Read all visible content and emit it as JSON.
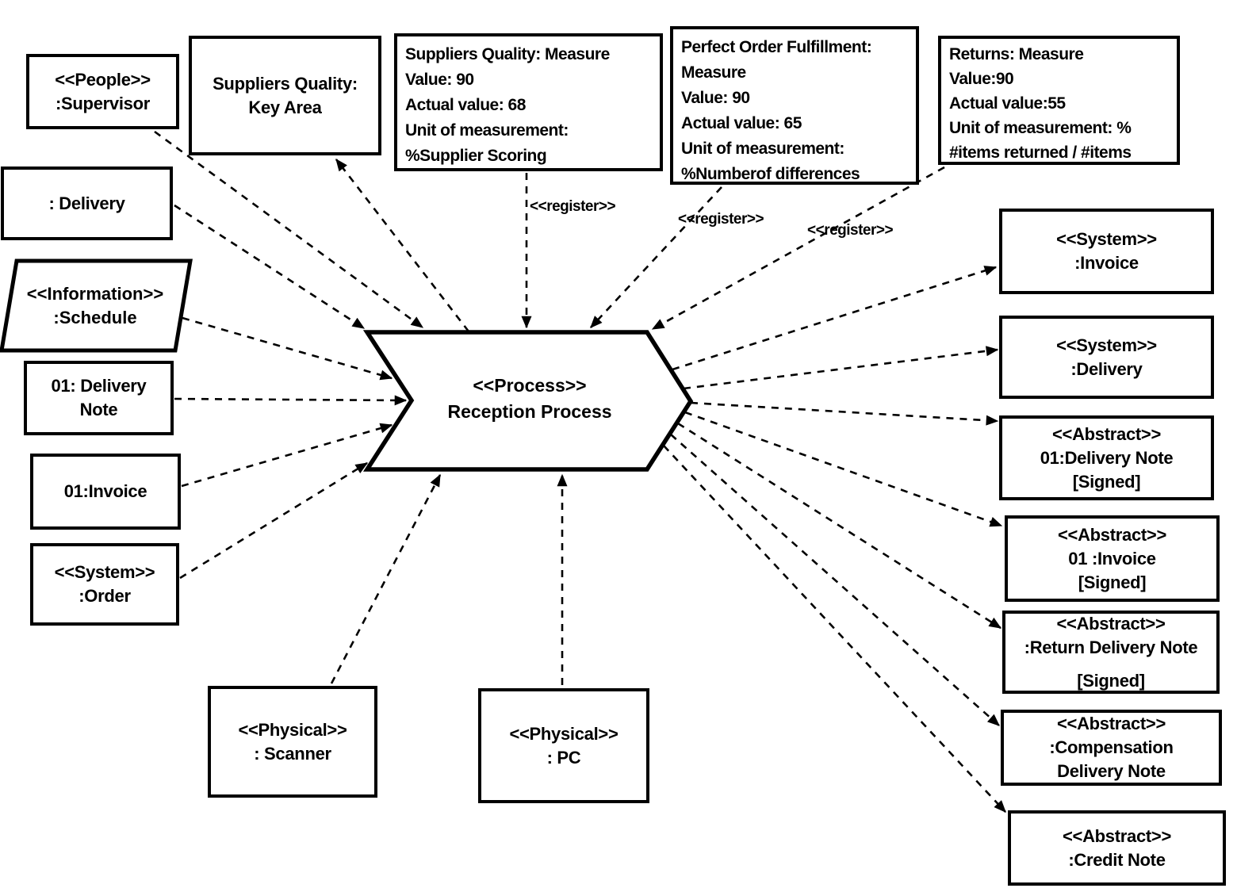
{
  "nodes": {
    "supervisor": {
      "lines": [
        "<<People>>",
        ":Supervisor"
      ]
    },
    "delivery_input": {
      "lines": [
        ": Delivery"
      ]
    },
    "schedule": {
      "lines": [
        "<<Information>>",
        ":Schedule"
      ]
    },
    "delivery_note_input": {
      "lines": [
        "01: Delivery",
        "Note"
      ]
    },
    "invoice_input": {
      "lines": [
        "01:Invoice"
      ]
    },
    "order": {
      "lines": [
        "<<System>>",
        ":Order"
      ]
    },
    "key_area": {
      "lines": [
        "Suppliers Quality:",
        "Key Area"
      ]
    },
    "suppliers_quality_measure": {
      "lines": [
        "Suppliers Quality: Measure",
        "Value: 90",
        "Actual value: 68",
        "Unit of measurement:",
        "%Supplier Scoring"
      ]
    },
    "perfect_order_measure": {
      "lines": [
        "Perfect Order Fulfillment:",
        "Measure",
        "Value: 90",
        "Actual value: 65",
        "Unit of measurement:",
        "%Numberof differences"
      ]
    },
    "returns_measure": {
      "lines": [
        "Returns: Measure",
        "Value:90",
        "Actual value:55",
        "Unit of measurement: %",
        "#items returned / #items"
      ]
    },
    "process": {
      "lines": [
        "<<Process>>",
        "Reception Process"
      ]
    },
    "system_invoice": {
      "lines": [
        "<<System>>",
        ":Invoice"
      ]
    },
    "system_delivery": {
      "lines": [
        "<<System>>",
        ":Delivery"
      ]
    },
    "abstract_delivery_note": {
      "lines": [
        "<<Abstract>>",
        "01:Delivery Note",
        "[Signed]"
      ]
    },
    "abstract_invoice": {
      "lines": [
        "<<Abstract>>",
        "01 :Invoice",
        "[Signed]"
      ]
    },
    "abstract_return_delivery_note": {
      "lines": [
        "<<Abstract>>",
        ":Return Delivery Note",
        "[Signed]"
      ]
    },
    "abstract_compensation_delivery_note": {
      "lines": [
        "<<Abstract>>",
        ":Compensation",
        "Delivery Note"
      ]
    },
    "abstract_credit_note": {
      "lines": [
        "<<Abstract>>",
        ":Credit Note"
      ]
    },
    "scanner": {
      "lines": [
        "<<Physical>>",
        ": Scanner"
      ]
    },
    "pc": {
      "lines": [
        "<<Physical>>",
        ": PC"
      ]
    }
  },
  "edge_labels": {
    "register_1": "<<register>>",
    "register_2": "<<register>>",
    "register_3": "<<register>>"
  },
  "colors": {
    "ink": "#000000",
    "background": "#ffffff"
  }
}
